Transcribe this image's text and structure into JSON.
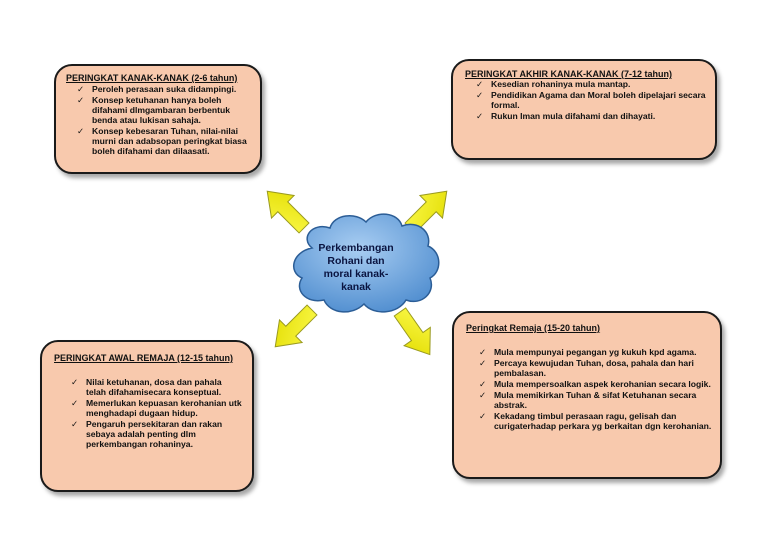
{
  "center": {
    "lines": [
      "Perkembangan",
      "Rohani dan",
      "moral kanak-",
      "kanak"
    ]
  },
  "boxes": {
    "kanak": {
      "title": "PERINGKAT KANAK-KANAK (2-6 tahun)",
      "items": [
        "Peroleh perasaan suka didampingi.",
        "Konsep ketuhanan hanya boleh difahami dlmgambaran berbentuk benda atau lukisan sahaja.",
        "Konsep kebesaran Tuhan, nilai-nilai murni dan adabsopan peringkat biasa boleh difahami dan dilaasati."
      ]
    },
    "akhir": {
      "title": "PERINGKAT AKHIR KANAK-KANAK (7-12 tahun)",
      "items": [
        "Kesedian rohaninya mula mantap.",
        "Pendidikan Agama dan Moral boleh dipelajari secara formal.",
        "Rukun Iman mula difahami dan dihayati."
      ]
    },
    "awal_remaja": {
      "title": "PERINGKAT AWAL REMAJA (12-15 tahun)",
      "items": [
        "Nilai ketuhanan, dosa dan pahala telah difahamisecara konseptual.",
        "Memerlukan kepuasan kerohanian utk menghadapi dugaan hidup.",
        "Pengaruh persekitaran dan rakan sebaya adalah penting dlm perkembangan rohaninya."
      ]
    },
    "remaja": {
      "title": "Peringkat Remaja (15-20 tahun)",
      "items": [
        "Mula mempunyai pegangan yg kukuh kpd agama.",
        "Percaya kewujudan Tuhan, dosa, pahala dan hari pembalasan.",
        "Mula mempersoalkan aspek kerohanian secara logik.",
        "Mula memikirkan Tuhan & sifat Ketuhanan secara abstrak.",
        "Kekadang timbul perasaan ragu, gelisah dan curigaterhadap perkara yg berkaitan dgn kerohanian."
      ]
    }
  },
  "check_symbol": "✓",
  "colors": {
    "box_fill": "#f8c9ad",
    "arrow_fill": "#f2ef0a",
    "cloud_fill": "#6fa6dc"
  }
}
